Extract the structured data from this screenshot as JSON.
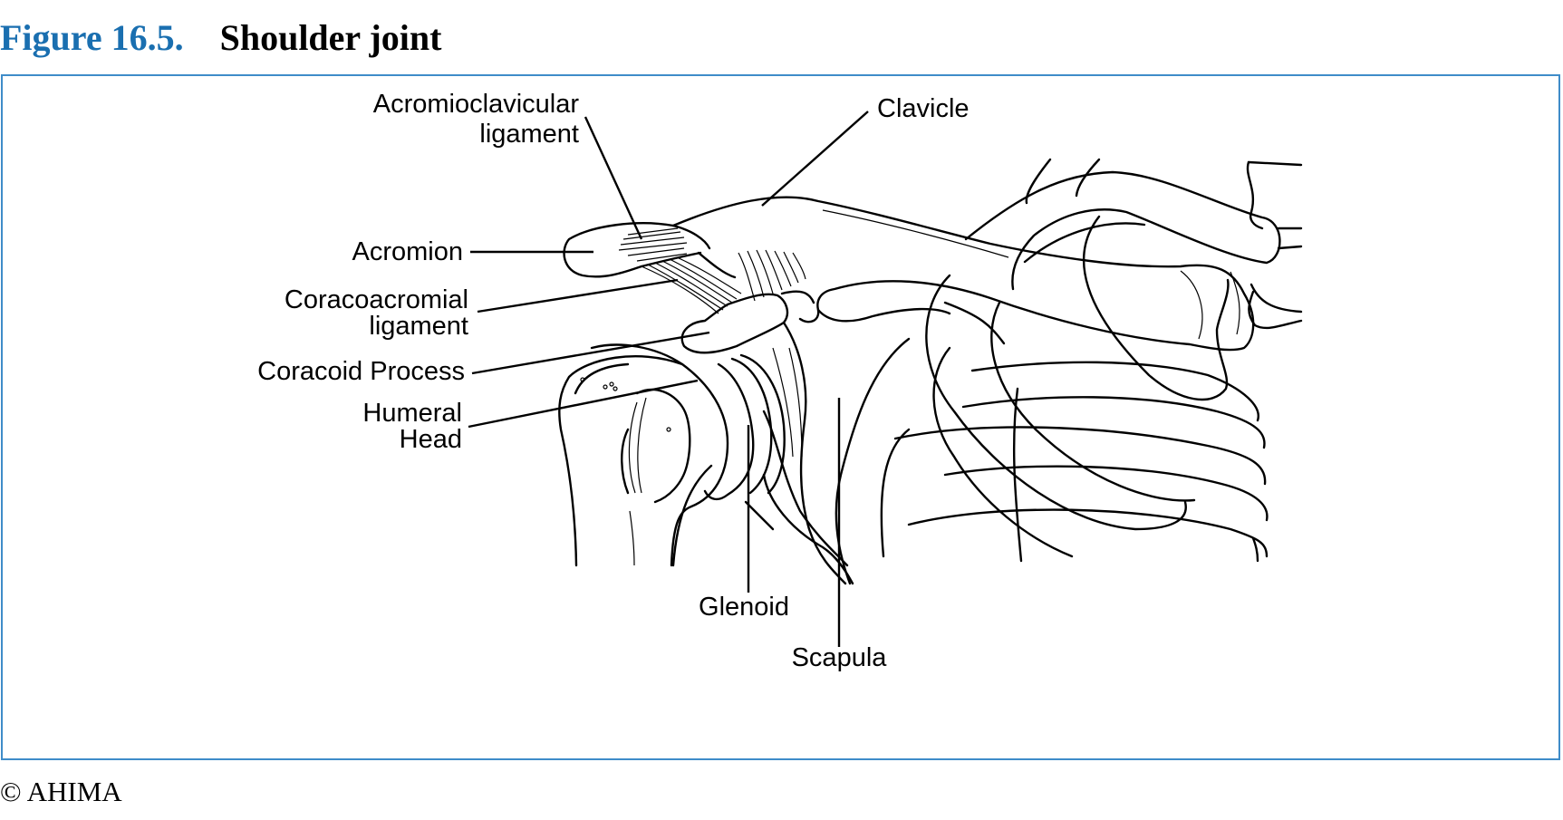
{
  "figure": {
    "number": "Figure 16.5.",
    "title": "Shoulder joint"
  },
  "labels": {
    "acromioclavicular_line1": "Acromioclavicular",
    "acromioclavicular_line2": "ligament",
    "clavicle": "Clavicle",
    "acromion": "Acromion",
    "coracoacromial_line1": "Coracoacromial",
    "coracoacromial_line2": "ligament",
    "coracoid_process": "Coracoid Process",
    "humeral_head_line1": "Humeral",
    "humeral_head_line2": "Head",
    "glenoid": "Glenoid",
    "scapula": "Scapula"
  },
  "copyright": "© AHIMA",
  "colors": {
    "figure_number": "#1a6fb0",
    "frame_border": "#3f8cc9"
  }
}
